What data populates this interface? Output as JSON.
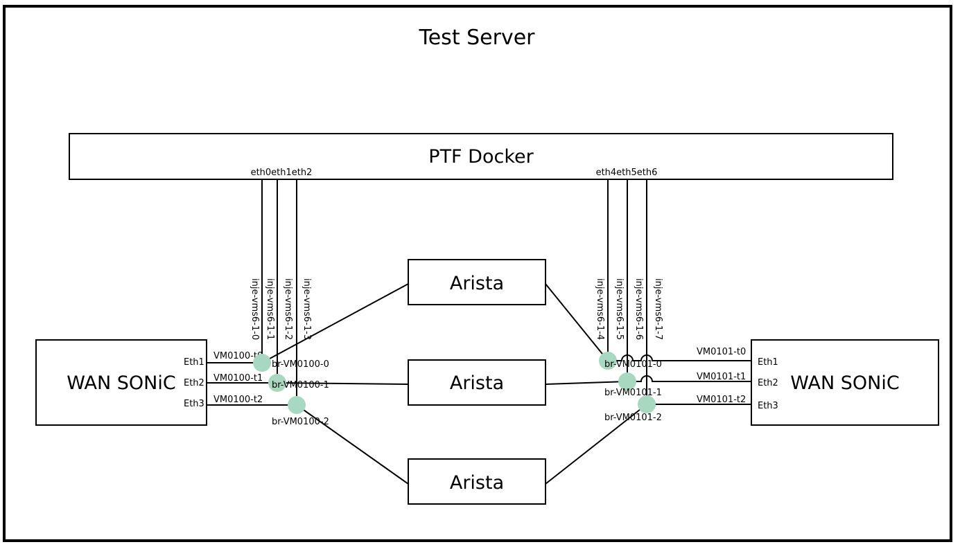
{
  "server": {
    "title": "Test Server"
  },
  "ptf": {
    "label": "PTF Docker",
    "left_ports": "eth0eth1eth2",
    "right_ports": "eth4eth5eth6"
  },
  "aristas": [
    {
      "label": "Arista"
    },
    {
      "label": "Arista"
    },
    {
      "label": "Arista"
    }
  ],
  "wan_left": {
    "label": "WAN SONiC",
    "ports": [
      "Eth1",
      "Eth2",
      "Eth3"
    ],
    "links": [
      "VM0100-t0",
      "VM0100-t1",
      "VM0100-t2"
    ],
    "bridges": [
      "br-VM0100-0",
      "br-VM0100-1",
      "br-VM0100-2"
    ]
  },
  "wan_right": {
    "label": "WAN SONiC",
    "ports": [
      "Eth1",
      "Eth2",
      "Eth3"
    ],
    "links": [
      "VM0101-t0",
      "VM0101-t1",
      "VM0101-t2"
    ],
    "bridges": [
      "br-VM0101-0",
      "br-VM0101-1",
      "br-VM0101-2"
    ]
  },
  "vlans_left": [
    "inje-vms6-1-0",
    "inje-vms6-1-1",
    "inje-vms6-1-2",
    "inje-vms6-1-3"
  ],
  "vlans_right": [
    "inje-vms6-1-4",
    "inje-vms6-1-5",
    "inje-vms6-1-6",
    "inje-vms6-1-7"
  ],
  "colors": {
    "bridge": "#a8d8c0",
    "line": "#000000"
  }
}
